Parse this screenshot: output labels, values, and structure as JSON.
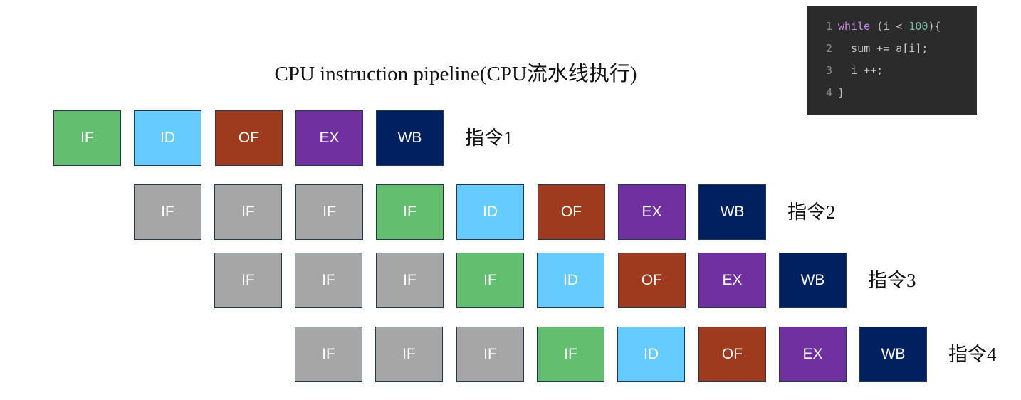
{
  "title": "CPU instruction pipeline(CPU流水线执行)",
  "code": {
    "lines": [
      {
        "num": "1",
        "text": "while (i < 100){"
      },
      {
        "num": "2",
        "text": "  sum += a[i];"
      },
      {
        "num": "3",
        "text": "  i ++;"
      },
      {
        "num": "4",
        "text": "}"
      }
    ]
  },
  "stage_colors": {
    "IF": "#63be70",
    "ID": "#66ccff",
    "OF": "#9e3b1f",
    "EX": "#7030a0",
    "WB": "#002060",
    "stall": "#a6a6a6"
  },
  "rows": [
    {
      "label": "指令1",
      "cells": [
        {
          "text": "IF",
          "type": "IF"
        },
        {
          "text": "ID",
          "type": "ID"
        },
        {
          "text": "OF",
          "type": "OF"
        },
        {
          "text": "EX",
          "type": "EX"
        },
        {
          "text": "WB",
          "type": "WB"
        }
      ]
    },
    {
      "label": "指令2",
      "cells": [
        {
          "text": "IF",
          "type": "stall"
        },
        {
          "text": "IF",
          "type": "stall"
        },
        {
          "text": "IF",
          "type": "stall"
        },
        {
          "text": "IF",
          "type": "IF"
        },
        {
          "text": "ID",
          "type": "ID"
        },
        {
          "text": "OF",
          "type": "OF"
        },
        {
          "text": "EX",
          "type": "EX"
        },
        {
          "text": "WB",
          "type": "WB"
        }
      ]
    },
    {
      "label": "指令3",
      "cells": [
        {
          "text": "IF",
          "type": "stall"
        },
        {
          "text": "IF",
          "type": "stall"
        },
        {
          "text": "IF",
          "type": "stall"
        },
        {
          "text": "IF",
          "type": "IF"
        },
        {
          "text": "ID",
          "type": "ID"
        },
        {
          "text": "OF",
          "type": "OF"
        },
        {
          "text": "EX",
          "type": "EX"
        },
        {
          "text": "WB",
          "type": "WB"
        }
      ]
    },
    {
      "label": "指令4",
      "cells": [
        {
          "text": "IF",
          "type": "stall"
        },
        {
          "text": "IF",
          "type": "stall"
        },
        {
          "text": "IF",
          "type": "stall"
        },
        {
          "text": "IF",
          "type": "IF"
        },
        {
          "text": "ID",
          "type": "ID"
        },
        {
          "text": "OF",
          "type": "OF"
        },
        {
          "text": "EX",
          "type": "EX"
        },
        {
          "text": "WB",
          "type": "WB"
        }
      ]
    }
  ]
}
